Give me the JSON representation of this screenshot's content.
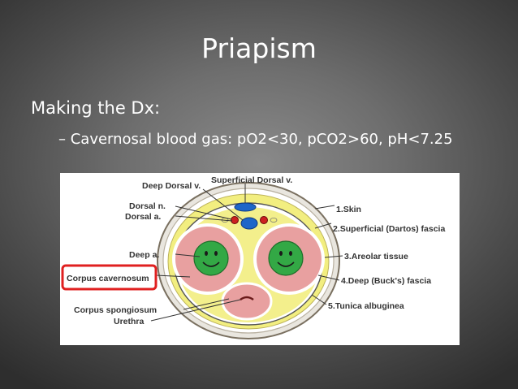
{
  "slide": {
    "title": "Priapism",
    "bullet_main": "Making the Dx:",
    "bullet_sub": "– Cavernosal blood gas: pO2<30, pCO2>60, pH<7.25"
  },
  "diagram": {
    "labels": {
      "superficial_dorsal_v": "Superficial Dorsal v.",
      "deep_dorsal_v": "Deep Dorsal v.",
      "dorsal_n": "Dorsal n.",
      "dorsal_a": "Dorsal a.",
      "deep_a": "Deep a.",
      "corpus_cavernosum": "Corpus cavernosum",
      "corpus_spongiosum": "Corpus spongiosum",
      "urethra": "Urethra",
      "skin": "1.Skin",
      "superficial_fascia": "2.Superficial (Dartos) fascia",
      "areolar_tissue": "3.Areolar tissue",
      "deep_fascia": "4.Deep (Buck's) fascia",
      "tunica_albuginea": "5.Tunica albuginea"
    },
    "colors": {
      "highlight_box": "#e02020",
      "erectile_tissue": "#e8a0a0",
      "smiley": "#33a845",
      "fascia": "#f2ee80",
      "vein": "#1e66c8",
      "artery": "#cc2020"
    }
  }
}
